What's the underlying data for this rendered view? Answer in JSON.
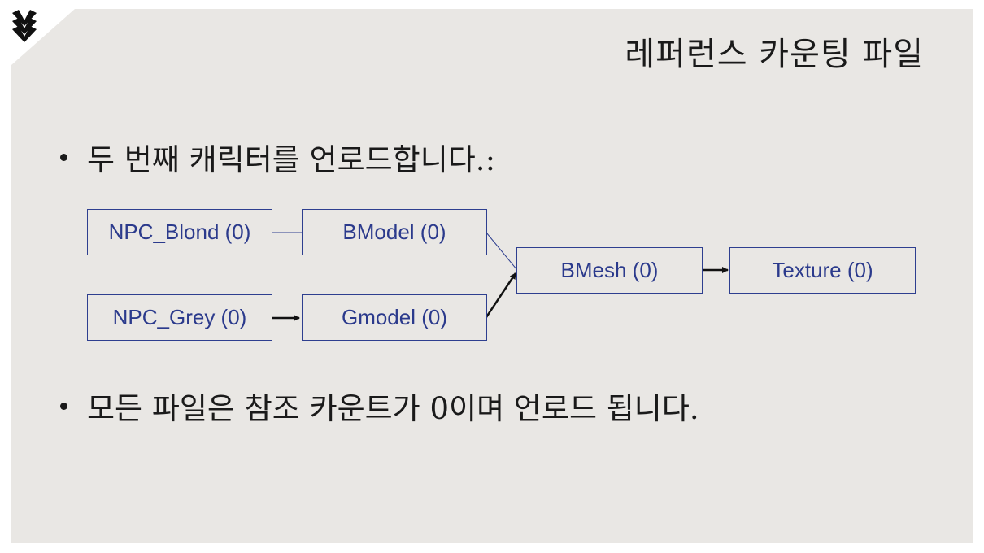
{
  "title": "레퍼런스 카운팅 파일",
  "bullets": [
    "두 번째 캐릭터를 언로드합니다.:",
    "모든 파일은 참조 카운트가 0이며 언로드 됩니다."
  ],
  "nodes": {
    "npc_blond": "NPC_Blond (0)",
    "bmodel": "BModel (0)",
    "npc_grey": "NPC_Grey (0)",
    "gmodel": "Gmodel (0)",
    "bmesh": "BMesh (0)",
    "texture": "Texture (0)"
  },
  "colors": {
    "slide_background": "#e9e7e4",
    "node_border": "#2e3f8f",
    "node_text": "#2b3a8c",
    "text": "#1a1a1a"
  }
}
